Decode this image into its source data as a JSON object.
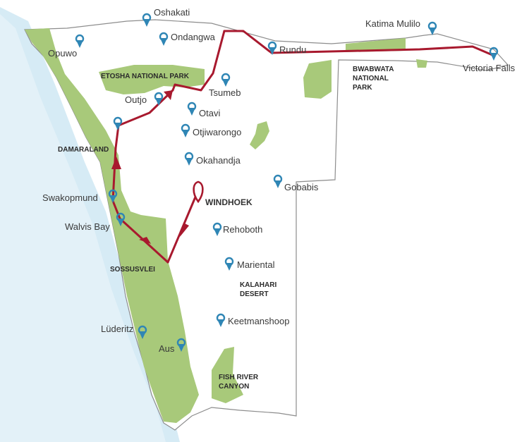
{
  "map": {
    "route_color": "#a8192e",
    "marker_color": "#2f86b5",
    "park_color": "#a8c97a",
    "border_color": "#8d8d8d",
    "sea_color": "#cfe8f3"
  },
  "capital": {
    "name": "WINDHOEK"
  },
  "towns": [
    {
      "key": "oshakati",
      "name": "Oshakati"
    },
    {
      "key": "ondangwa",
      "name": "Ondangwa"
    },
    {
      "key": "opuwo",
      "name": "Opuwo"
    },
    {
      "key": "rundu",
      "name": "Rundu"
    },
    {
      "key": "katima",
      "name": "Katima Mulilo"
    },
    {
      "key": "victoria",
      "name": "Victoria Falls"
    },
    {
      "key": "tsumeb",
      "name": "Tsumeb"
    },
    {
      "key": "outjo",
      "name": "Outjo"
    },
    {
      "key": "otavi",
      "name": "Otavi"
    },
    {
      "key": "otjiwarongo",
      "name": "Otjiwarongo"
    },
    {
      "key": "okahandja",
      "name": "Okahandja"
    },
    {
      "key": "gobabis",
      "name": "Gobabis"
    },
    {
      "key": "swakopmund",
      "name": "Swakopmund"
    },
    {
      "key": "walvis",
      "name": "Walvis Bay"
    },
    {
      "key": "rehoboth",
      "name": "Rehoboth"
    },
    {
      "key": "mariental",
      "name": "Mariental"
    },
    {
      "key": "keetmanshoop",
      "name": "Keetmanshoop"
    },
    {
      "key": "luderitz",
      "name": "Lüderitz"
    },
    {
      "key": "aus",
      "name": "Aus"
    }
  ],
  "regions": {
    "etosha": "ETOSHA NATIONAL PARK",
    "damaraland": "DAMARALAND",
    "sossusvlei": "SOSSUSVLEI",
    "bwabwata_1": "BWABWATA",
    "bwabwata_2": "NATIONAL",
    "bwabwata_3": "PARK",
    "kalahari_1": "KALAHARI",
    "kalahari_2": "DESERT",
    "fish_1": "FISH RIVER",
    "fish_2": "CANYON"
  }
}
